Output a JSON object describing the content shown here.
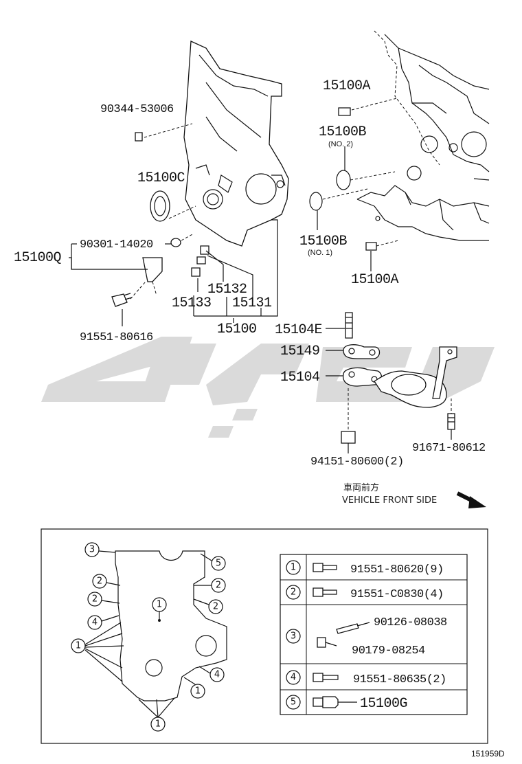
{
  "labels": {
    "p90344": "90344-53006",
    "p15100C": "15100C",
    "p90301": "90301-14020",
    "p15100Q": "15100Q",
    "p91551_616": "91551-80616",
    "p15132": "15132",
    "p15133": "15133",
    "p15131": "15131",
    "p15100": "15100",
    "p15100A_top": "15100A",
    "p15100B_top": "15100B",
    "p15100B_top_sub": "(NO. 2)",
    "p15100B_bot": "15100B",
    "p15100B_bot_sub": "(NO. 1)",
    "p15100A_bot": "15100A",
    "p15104E": "15104E",
    "p15149": "15149",
    "p15104": "15104",
    "p91671": "91671-80612",
    "p94151": "94151-80600(2)"
  },
  "direction": {
    "jp": "車両前方",
    "en": "VEHICLE FRONT SIDE"
  },
  "legend": [
    {
      "num": "1",
      "parts": [
        "91551-80620(9)"
      ]
    },
    {
      "num": "2",
      "parts": [
        "91551-C0830(4)"
      ]
    },
    {
      "num": "3",
      "parts": [
        "90126-08038",
        "90179-08254"
      ]
    },
    {
      "num": "4",
      "parts": [
        "91551-80635(2)"
      ]
    },
    {
      "num": "5",
      "parts": [
        "15100G"
      ]
    }
  ],
  "inset_markers": {
    "m3": "3",
    "m5": "5",
    "m2a": "2",
    "m2b": "2",
    "m2c": "2",
    "m2d": "2",
    "m4a": "4",
    "m4b": "4",
    "m1a": "1",
    "m1b": "1",
    "m1c": "1",
    "m1d": "1"
  },
  "diagram_code": "151959D",
  "watermark_color": "#d9d9d9"
}
